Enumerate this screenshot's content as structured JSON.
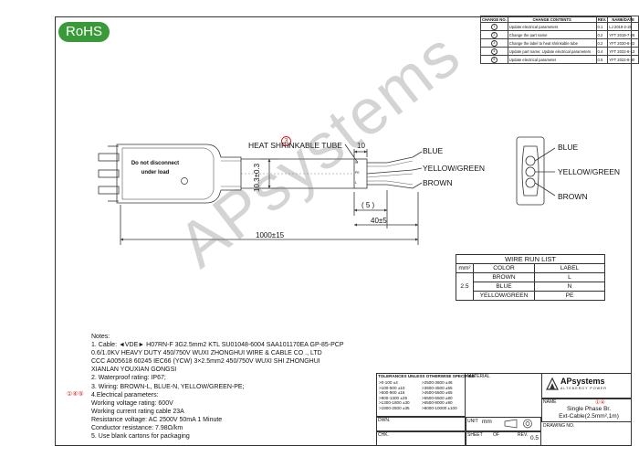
{
  "logo": {
    "rohs": "RoHS"
  },
  "watermark": "APsystems",
  "revision_table": {
    "headers": [
      "CHANGE NO.",
      "CHANGE CONTENTS",
      "REV.",
      "NAME/DATE"
    ],
    "rows": [
      {
        "no": "1",
        "content": "Update electrical parameters",
        "rev": "0.1",
        "name_date": "LJ 2019-2-28"
      },
      {
        "no": "2",
        "content": "Change the part name",
        "rev": "0.2",
        "name_date": "YFT 2019-7-26"
      },
      {
        "no": "3",
        "content": "Change the label to heat shrinkable tube",
        "rev": "0.2",
        "name_date": "YFT 2020-6-22"
      },
      {
        "no": "4",
        "content": "Update part name; Update electrical parameters",
        "rev": "0.4",
        "name_date": "YFT 2022-6-13"
      },
      {
        "no": "5",
        "content": "Update electrical parameter",
        "rev": "0.5",
        "name_date": "YFT 2022-8-30"
      }
    ]
  },
  "drawing": {
    "connector_text": "Do not disconnect under load",
    "heat_shrink_label": "HEAT SHRINKABLE TUBE",
    "heat_shrink_marker": "3",
    "dim_10": "10",
    "dim_5": "( 5 )",
    "dim_40": "40±5",
    "dim_1000": "1000±15",
    "dim_10_3": "10.3±0.3",
    "wires": [
      "BLUE",
      "YELLOW/GREEN",
      "BROWN"
    ],
    "tube_marks": [
      "N",
      "PE",
      "L"
    ],
    "end_view_labels": [
      "BLUE",
      "YELLOW/GREEN",
      "BROWN"
    ]
  },
  "wire_run": {
    "title": "WIRE RUN LIST",
    "unit": "mm²",
    "headers": [
      "COLOR",
      "LABEL"
    ],
    "section": "2.5",
    "rows": [
      {
        "color": "BROWN",
        "label": "L"
      },
      {
        "color": "BLUE",
        "label": "N"
      },
      {
        "color": "YELLOW/GREEN",
        "label": "PE"
      }
    ]
  },
  "notes": {
    "title": "Notes:",
    "lines": [
      "1. Cable: ◄VDE► H07RN-F 3G2.5mm2  KTL SU01048-6004 SAA101170EA GP-85-PCP",
      "0.6/1.0KV  HEAVY DUTY 450/750V WUXI ZHONGHUI WIRE & CABLE CO ., LTD",
      "CCC A005618 60245 IEC66 (YCW) 3×2.5mm2  450/750V WUXI SHI ZHONGHUI",
      "XIANLAN YOUXIAN GONGSI",
      "2. Waterproof rating: IP67;",
      "3. Wiring: BROWN-L, BLUE-N, YELLOW/GREEN-PE;",
      "4.Electrical parameters:",
      "   Working voltage rating: 600V",
      "   Working current rating cable 23A",
      "   Resistance voltage: AC 2500V 50mA 1 Minute",
      "   Conductor resistance: 7.98Ω/km",
      "5. Use blank cartons for packaging"
    ],
    "markers": "①④⑤"
  },
  "title_block": {
    "tolerance_header": "TOLERANCES UNLESS OTHERWISE SPECIFIED",
    "tolerances": [
      ">0-100    ±4",
      ">100-500  ±10",
      ">500-900  ±15",
      ">900-1300  ±25",
      ">1300-1800 ±30",
      ">1800-2500 ±35",
      ">2500-3600  ±46",
      ">3600-4500  ±55",
      ">4500-5500  ±65",
      ">5500-6500  ±80",
      ">6500-8000  ±90",
      ">8000-10000 ±100"
    ],
    "material_label": "MATERIAL",
    "company": "APsystems",
    "company_tagline": "ALTENERGY POWER",
    "name_label": "NAME",
    "name_value_1": "Single Phase Br.",
    "name_value_2": "Ext-Cable(2.5mm²,1m)",
    "name_markers": "①④",
    "drawn_label": "DWN.",
    "check_label": "CHK.",
    "unit_label": "UNIT",
    "unit_value": "mm",
    "sheet_label": "SHEET",
    "of_label": "OF",
    "rev_label": "REV.",
    "rev_value": "0.5",
    "drawing_no_label": "DRAWING NO."
  },
  "colors": {
    "rohs_green": "#3a9a3a",
    "marker_red": "#dd2222",
    "line": "#333333"
  }
}
